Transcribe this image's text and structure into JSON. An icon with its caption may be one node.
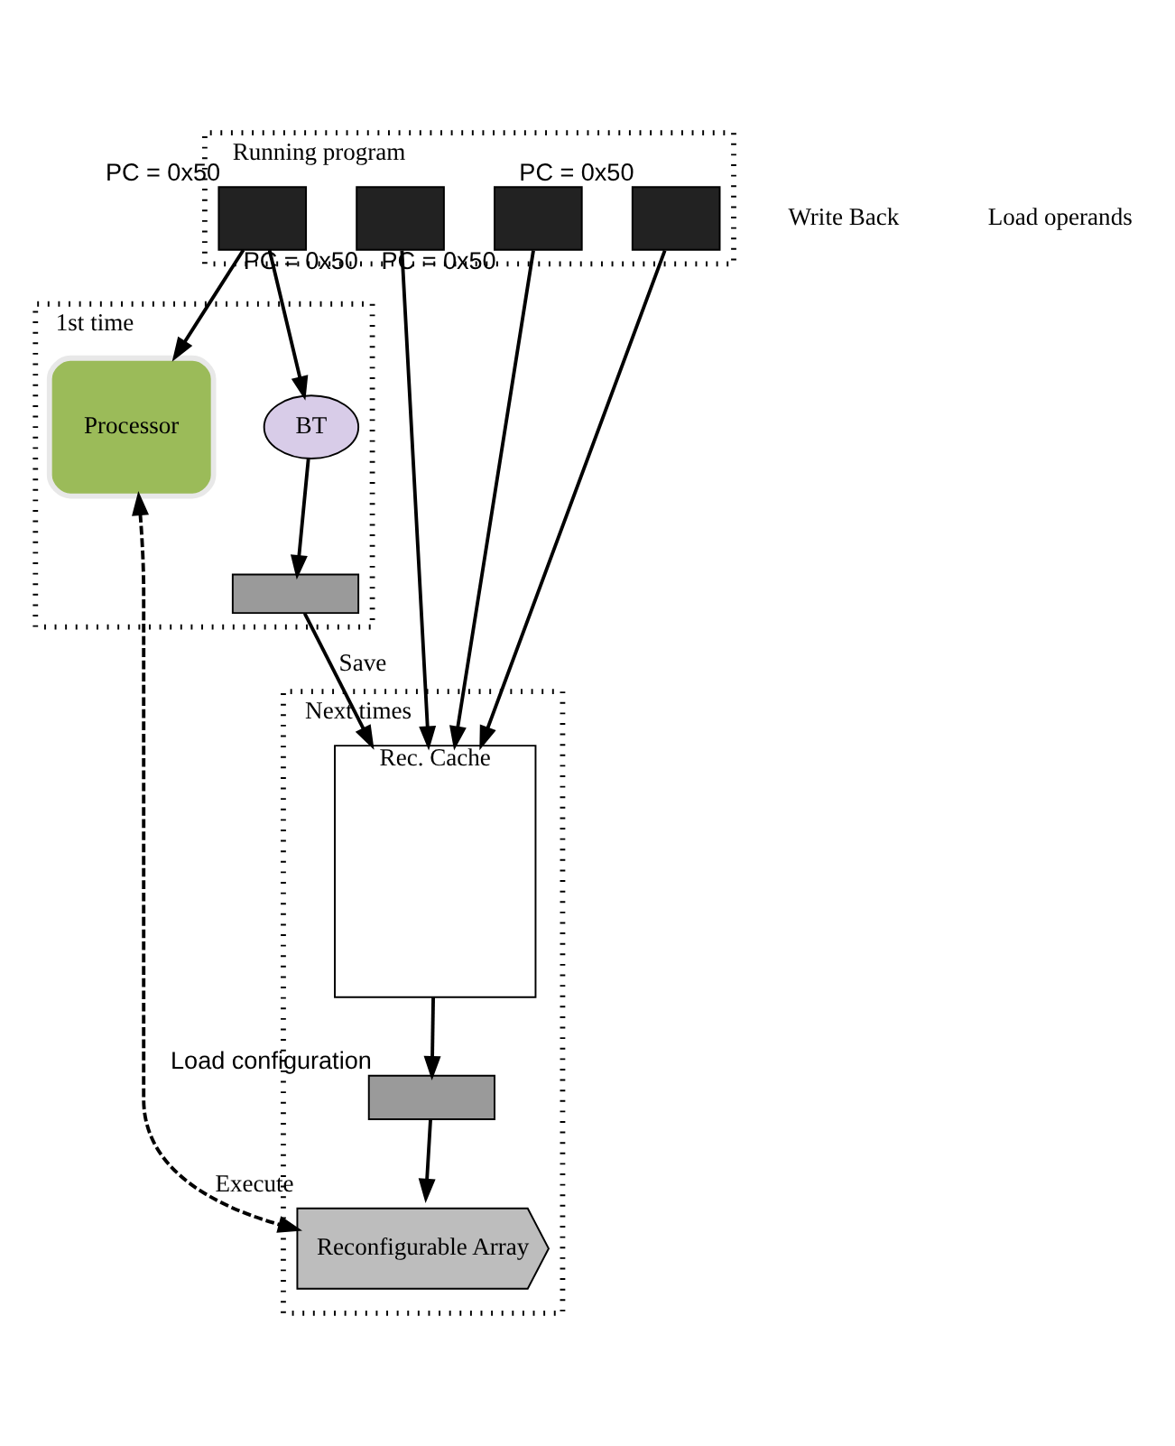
{
  "diagram": {
    "nodes": [
      {
        "text": [
          "1st time"
        ]
      },
      {
        "text": [],
        "shape": "box",
        "in": 0
      },
      {
        "text": [
          "BT"
        ],
        "in": 0
      },
      {
        "text": [
          "Processor"
        ],
        "in": 0
      },
      {
        "text": [
          "Running program"
        ]
      },
      {
        "text": [],
        "shape": "box",
        "in": 4,
        "beside": [
          "PC = 0x50"
        ]
      },
      {
        "text": [],
        "shape": "box",
        "in": 4,
        "beside": [
          "PC = 0x50"
        ]
      },
      {
        "text": [],
        "shape": "box",
        "in": 4,
        "beside": [
          "PC = 0x50"
        ]
      },
      {
        "text": [],
        "shape": "box",
        "in": 4,
        "beside": [
          "PC = 0x50"
        ]
      },
      {
        "text": [
          "Next times"
        ]
      },
      {
        "text": [
          "Rec. Cache"
        ],
        "in": 9
      },
      {
        "text": [],
        "shape": "box",
        "in": 9,
        "beside": [
          "Load configuration"
        ]
      },
      {
        "text": [
          "Reconfigurable Array"
        ],
        "in": 9,
        "beside": [
          "Execute"
        ]
      }
    ],
    "edges": [
      {
        "from": 5,
        "to": 2,
        "arrow": "to"
      },
      {
        "from": 5,
        "to": 3,
        "arrow": "to"
      },
      {
        "from": 2,
        "to": 1,
        "arrow": "to"
      },
      {
        "from": 1,
        "to": 10,
        "arrow": "to",
        "label": "Save"
      },
      {
        "from": 6,
        "to": 10,
        "arrow": "to"
      },
      {
        "from": 7,
        "to": 10,
        "arrow": "to"
      },
      {
        "from": 8,
        "to": 10,
        "arrow": "to"
      },
      {
        "from": 10,
        "to": 11,
        "arrow": "to"
      },
      {
        "from": 11,
        "to": 12,
        "arrow": "to"
      },
      {
        "from": 3,
        "to": 12,
        "arrow": "both",
        "style": "dashed"
      }
    ],
    "labels": [
      "Write Back",
      "Load operands"
    ]
  }
}
